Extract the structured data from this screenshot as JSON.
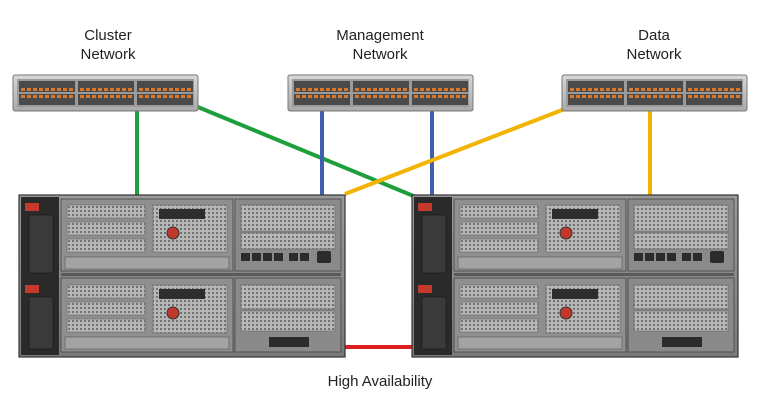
{
  "labels": {
    "cluster": [
      "Cluster",
      "Network"
    ],
    "management": [
      "Management",
      "Network"
    ],
    "data": [
      "Data",
      "Network"
    ],
    "ha": "High Availability"
  },
  "colors": {
    "cluster_link": "#1f9e3e",
    "management_link": "#3f5fb0",
    "data_link": "#f2b400",
    "ha_link": "#dd1f1f",
    "switch_port": "#d9782a"
  }
}
